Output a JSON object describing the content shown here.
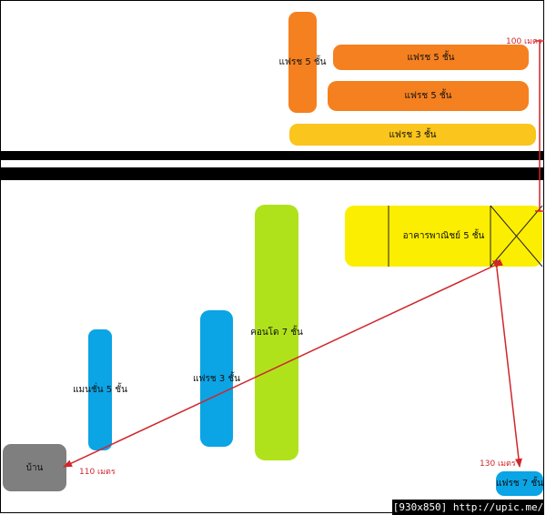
{
  "colors": {
    "orange": "#f5801f",
    "gold": "#fac51c",
    "yellow": "#fbee00",
    "blue": "#0ba4e5",
    "green": "#b0e21c",
    "gray": "#7f7f7f",
    "road": "#000000",
    "route": "#d0262b"
  },
  "buildings": {
    "flat_vertical": "แฟรช 5 ชั้น",
    "flat5_a": "แฟรช  5 ชั้น",
    "flat5_b": "แฟรช  5 ชั้น",
    "flat3_top": "แฟรช  3 ชั้น",
    "commercial": "อาคารพาณิชย์  5 ชั้น",
    "condo": "คอนโด  7 ชั้น",
    "flat3_mid": "แฟรช  3 ชั้น",
    "mansion": "แมนชั่น   5 ชั้น",
    "house": "บ้าน",
    "flat7": "แฟรช  7 ชั้น"
  },
  "measurements": {
    "top": "100 เมตร",
    "left": "110 เมตร",
    "right": "130 เมตร"
  },
  "footer": "[930x850] http://upic.me/"
}
